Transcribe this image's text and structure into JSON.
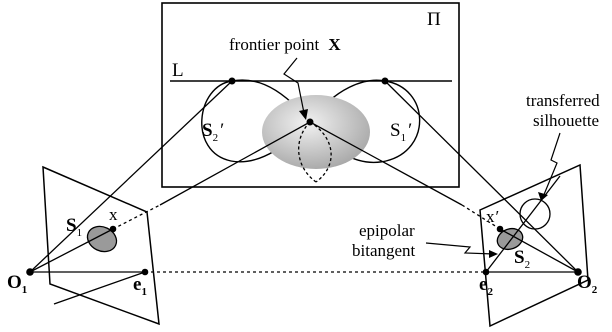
{
  "labels": {
    "pi": "Π",
    "plane_line": "L",
    "frontier_point": "frontier point",
    "frontier_point_symbol": "X",
    "transferred_silhouette_line1": "transferred",
    "transferred_silhouette_line2": "silhouette",
    "epipolar_line1": "epipolar",
    "epipolar_line2": "bitangent",
    "s2_prime_letter": "S",
    "s2_prime_sub": "2",
    "s2_prime_mark": "′",
    "s1_prime_letter": "S",
    "s1_prime_sub": "1",
    "s1_prime_mark": "′",
    "s1_letter": "S",
    "s1_sub": "1",
    "x_left": "x",
    "s2_letter": "S",
    "s2_sub": "2",
    "x_right": "x",
    "x_right_mark": "′",
    "o1_letter": "O",
    "o1_sub": "1",
    "e1_letter": "e",
    "e1_sub": "1",
    "e2_letter": "e",
    "e2_sub": "2",
    "o2_letter": "O",
    "o2_sub": "2"
  },
  "colors": {
    "ink": "#000000",
    "silhouette_fill": "#9a9a9a",
    "ellipsoid_light": "#f2f2f2",
    "ellipsoid_dark": "#a8a8a8"
  }
}
